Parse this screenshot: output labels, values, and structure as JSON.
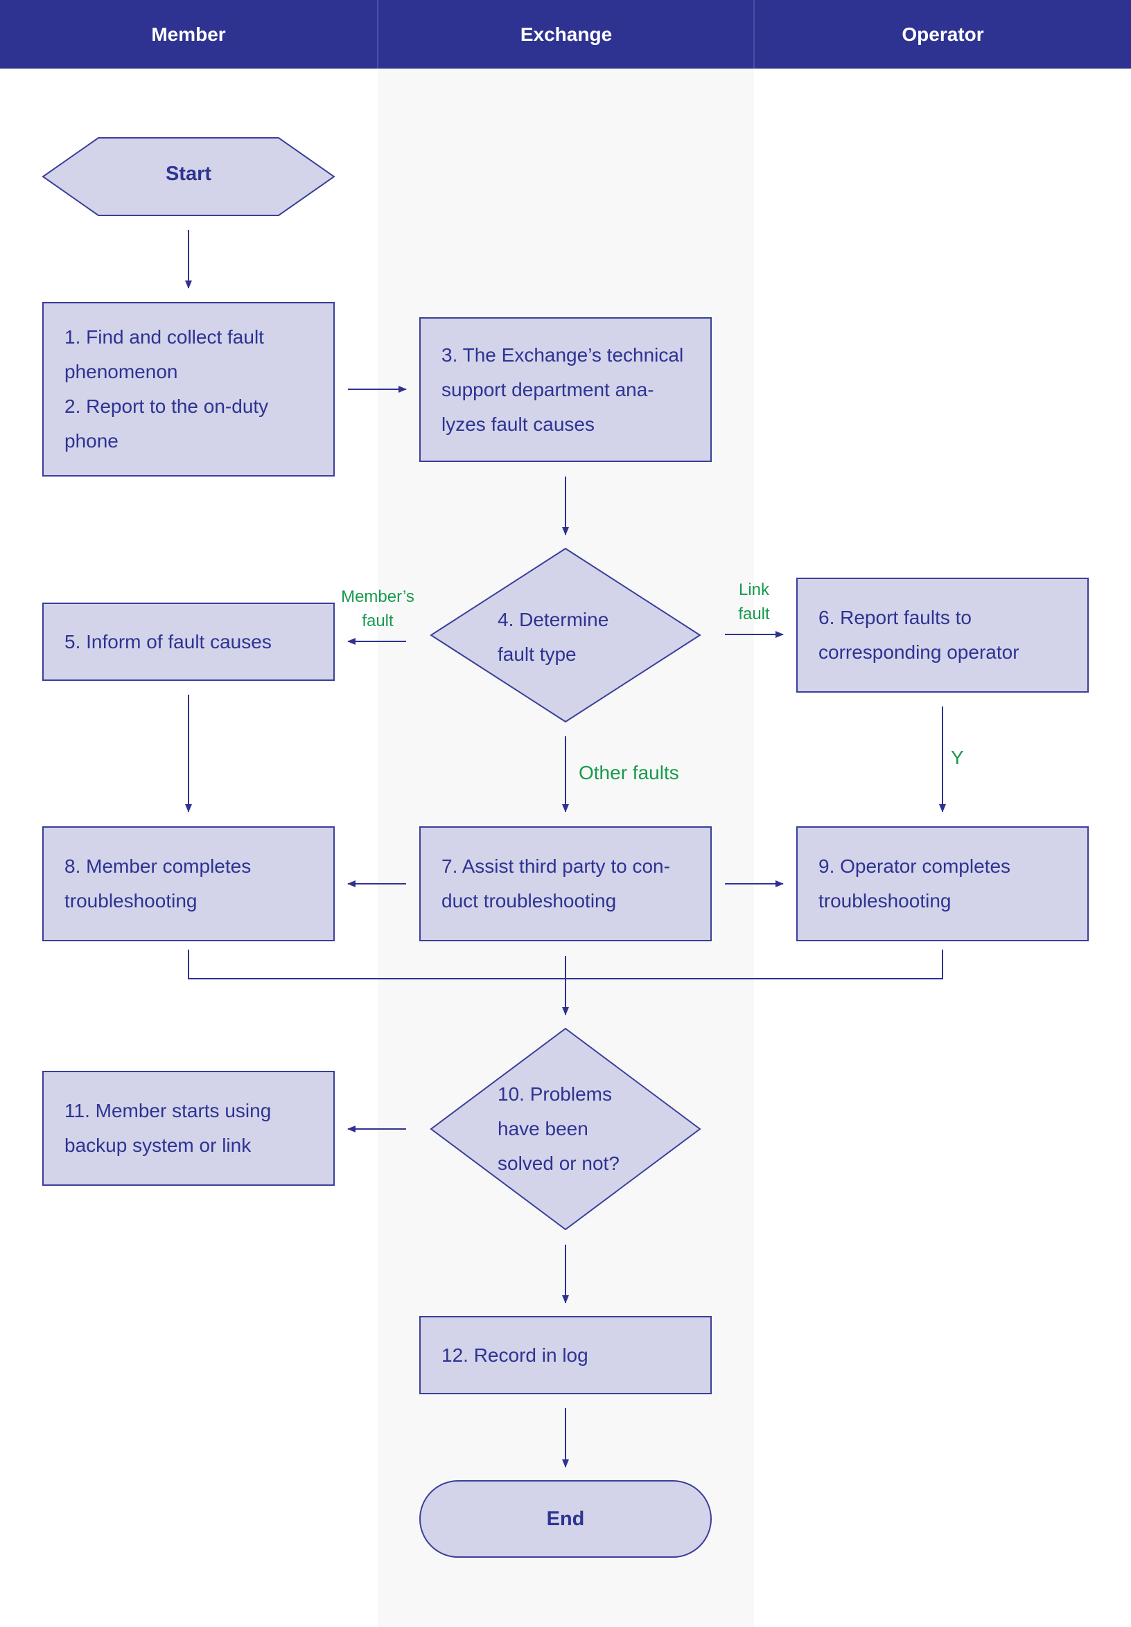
{
  "header": {
    "lanes": [
      "Member",
      "Exchange",
      "Operator"
    ]
  },
  "nodes": {
    "start": "Start",
    "n1_line1": "1. Find and collect fault phenomenon",
    "n1_line2": "2. Report to the on-duty phone",
    "n3": "3. The Exchange’s technical support department ana-lyzes fault causes",
    "n4": "4. Determine fault type",
    "n5": "5. Inform of fault causes",
    "n6": "6. Report faults to corresponding operator",
    "n7": "7. Assist third party to con-duct troubleshooting",
    "n8": "8. Member completes troubleshooting",
    "n9": "9. Operator completes troubleshooting",
    "n10": "10. Problems have been solved or not?",
    "n11": "11. Member starts using backup system or link",
    "n12": "12. Record in log",
    "end": "End"
  },
  "edge_labels": {
    "members_fault_1": "Member’s",
    "members_fault_2": "fault",
    "link_fault_1": "Link",
    "link_fault_2": "fault",
    "other_faults": "Other faults",
    "yes": "Y"
  },
  "colors": {
    "header": "#2e3392",
    "node_fill": "#d3d4ea",
    "node_stroke": "#3a3f99",
    "label_green": "#189a4e",
    "lane_shade": "#f8f8f8"
  }
}
